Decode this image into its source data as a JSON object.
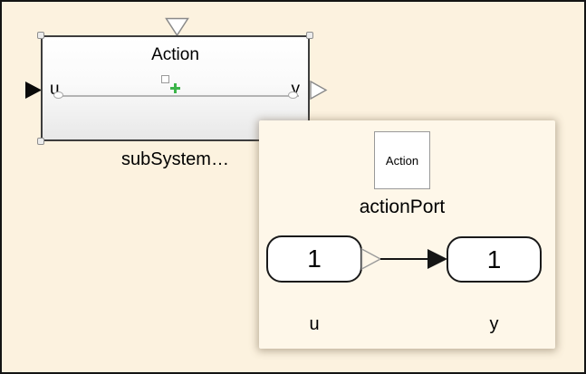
{
  "canvas": {
    "background": "#FCF2DF",
    "frame_border": "#141414"
  },
  "subsystem_block": {
    "title": "Action",
    "input_port_label": "u",
    "output_port_label": "y",
    "name": "subSystem…",
    "selected": true,
    "fill_top": "#ffffff",
    "fill_bottom": "#e8e8e8",
    "border_color": "#3d3d3d"
  },
  "preview_popup": {
    "background": "#FEF7E9",
    "action_block_label": "Action",
    "action_port_name": "actionPort",
    "inport_value": "1",
    "inport_label": "u",
    "outport_value": "1",
    "outport_label": "y"
  },
  "icons": {
    "action_port_icon": "triangle-down-outline",
    "input_port_arrow_icon": "triangle-right-filled",
    "output_port_arrow_icon": "triangle-right-outline",
    "signal_arrowhead_icon": "triangle-right-filled",
    "plus_icon": "+",
    "plus_color": "#3CB54A"
  }
}
